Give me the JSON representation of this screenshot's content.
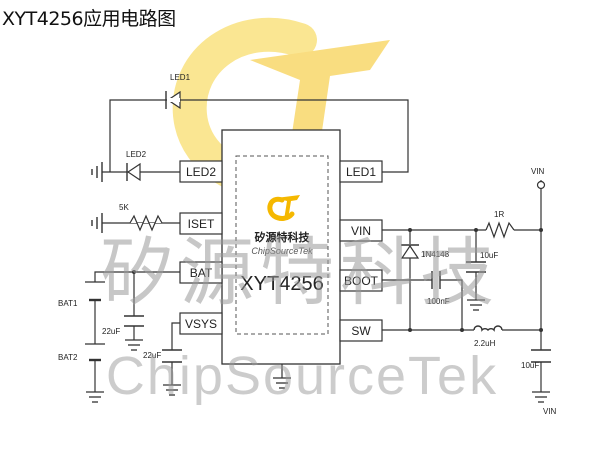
{
  "title": "XYT4256应用电路图",
  "chip": {
    "name": "XYT4256",
    "brand_cn": "矽源特科技",
    "brand_en": "ChipSourceTek",
    "pins_left": [
      "LED2",
      "ISET",
      "BAT",
      "VSYS"
    ],
    "pins_right": [
      "LED1",
      "VIN",
      "BOOT",
      "SW"
    ]
  },
  "components": {
    "led1": "LED1",
    "led2": "LED2",
    "r_iset": "5K",
    "bat1": "BAT1",
    "bat2": "BAT2",
    "c_bat": "22uF",
    "c_vsys": "22uF",
    "diode": "1N4148",
    "c_boot": "100nF",
    "r_in": "1R",
    "c_in": "10uF",
    "inductor": "2.2uH",
    "c_out": "10uF",
    "vin_top": "VIN",
    "vin_bottom": "VIN"
  },
  "watermark": {
    "cn": "矽源特科技",
    "en": "ChipSourceTek",
    "logo_colors": [
      "#f5b800",
      "#f7d23a"
    ]
  },
  "colors": {
    "line": "#333333",
    "watermark_text": "#b8b8b8"
  }
}
